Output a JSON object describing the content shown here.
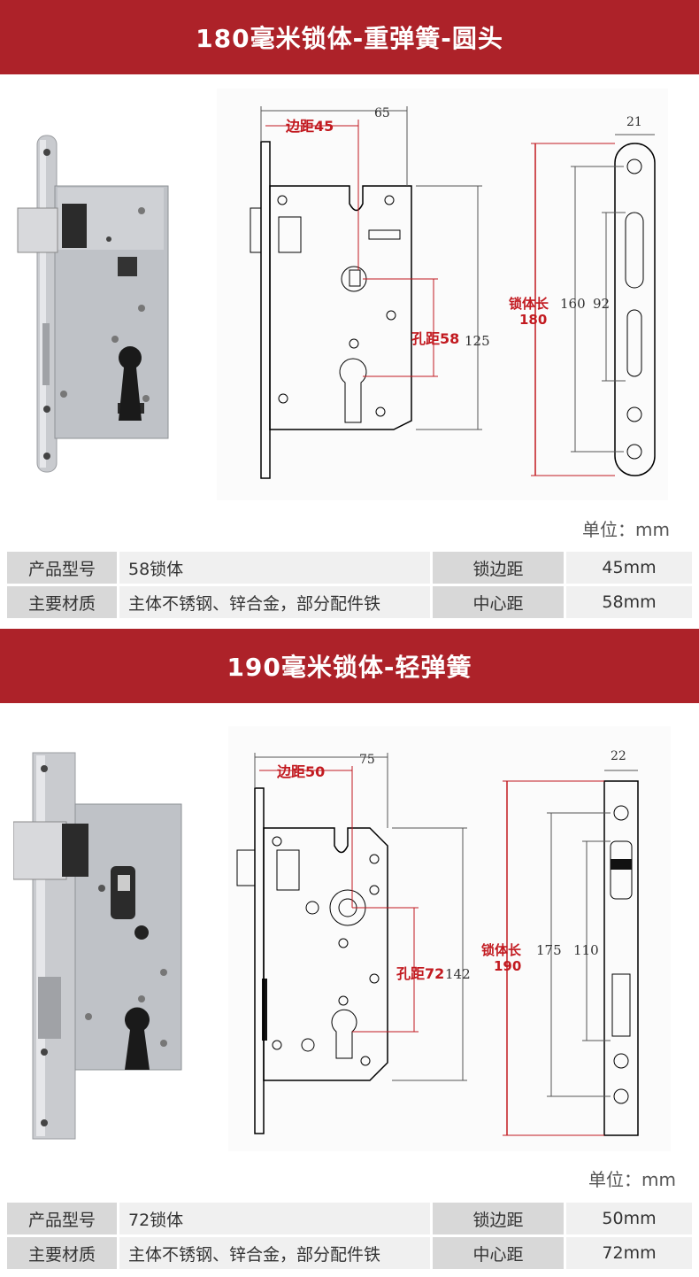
{
  "sections": [
    {
      "title": "180毫米锁体-重弹簧-圆头",
      "dims": {
        "top_width": "65",
        "edge_label": "边距45",
        "hole_label": "孔距58",
        "body_height": "125",
        "faceplate_width": "21",
        "length_label_1": "锁体长",
        "length_label_2": "180",
        "dim_a": "160",
        "dim_b": "92"
      },
      "unit": "单位：mm",
      "specs": {
        "model_label": "产品型号",
        "model_value": "58锁体",
        "edge_label": "锁边距",
        "edge_value": "45mm",
        "material_label": "主要材质",
        "material_value": "主体不锈钢、锌合金，部分配件铁",
        "center_label": "中心距",
        "center_value": "58mm"
      }
    },
    {
      "title": "190毫米锁体-轻弹簧",
      "dims": {
        "top_width": "75",
        "edge_label": "边距50",
        "hole_label": "孔距72",
        "body_height": "142",
        "faceplate_width": "22",
        "length_label_1": "锁体长",
        "length_label_2": "190",
        "dim_a": "175",
        "dim_b": "110"
      },
      "unit": "单位：mm",
      "specs": {
        "model_label": "产品型号",
        "model_value": "72锁体",
        "edge_label": "锁边距",
        "edge_value": "50mm",
        "material_label": "主要材质",
        "material_value": "主体不锈钢、锌合金，部分配件铁",
        "center_label": "中心距",
        "center_value": "72mm"
      }
    }
  ],
  "colors": {
    "banner": "#ad2229",
    "dimension_red": "#c21a20"
  }
}
